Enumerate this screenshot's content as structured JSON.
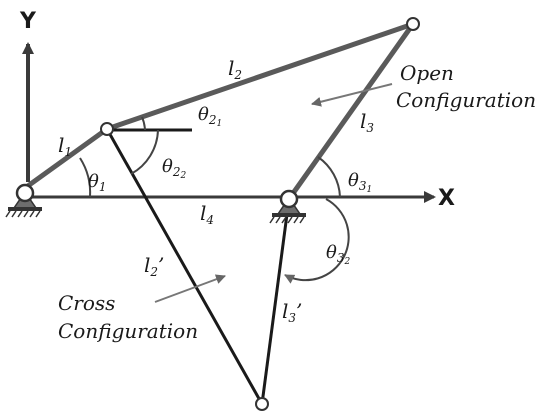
{
  "axes": {
    "x_label": "X",
    "y_label": "Y"
  },
  "links": {
    "l1": "l",
    "l1_sub": "1",
    "l2": "l",
    "l2_sub": "2",
    "l3": "l",
    "l3_sub": "3",
    "l4": "l",
    "l4_sub": "4",
    "l2p": "l",
    "l2p_sub": "2",
    "l2p_prime": "’",
    "l3p": "l",
    "l3p_sub": "3",
    "l3p_prime": "’"
  },
  "angles": {
    "theta1": "θ",
    "theta1_sub": "1",
    "theta21": "θ",
    "theta21_sub": "2",
    "theta21_subsub": "1",
    "theta22": "θ",
    "theta22_sub": "2",
    "theta22_subsub": "2",
    "theta31": "θ",
    "theta31_sub": "3",
    "theta31_subsub": "1",
    "theta32": "θ",
    "theta32_sub": "3",
    "theta32_subsub": "2"
  },
  "captions": {
    "open_line1": "Open",
    "open_line2": "Configuration",
    "cross_line1": "Cross",
    "cross_line2": "Configuration"
  }
}
